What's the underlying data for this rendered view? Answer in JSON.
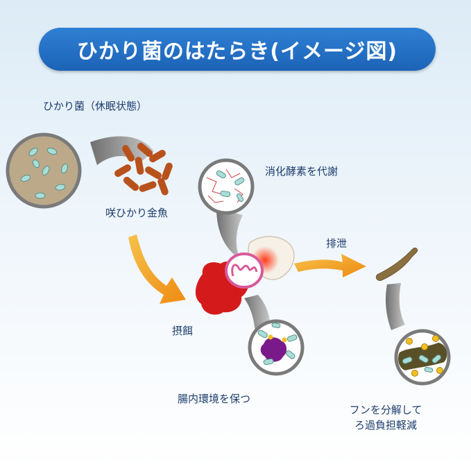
{
  "title": "ひかり菌のはたらき(イメージ図)",
  "labels": {
    "dormant": "ひかり菌（休眠状態）",
    "goldfish": "咲ひかり金魚",
    "digest": "消化酵素を代謝",
    "excretion": "排泄",
    "feeding": "摂餌",
    "intestine": "腸内環境を保つ",
    "decompose_line1": "フンを分解して",
    "decompose_line2": "ろ過負担軽減"
  },
  "colors": {
    "banner": "#1c63b7",
    "arrow": "#f0a020",
    "callout": "#8c8c8c",
    "pellet": "#b8521c",
    "bacteria": "#a9ddd8"
  }
}
